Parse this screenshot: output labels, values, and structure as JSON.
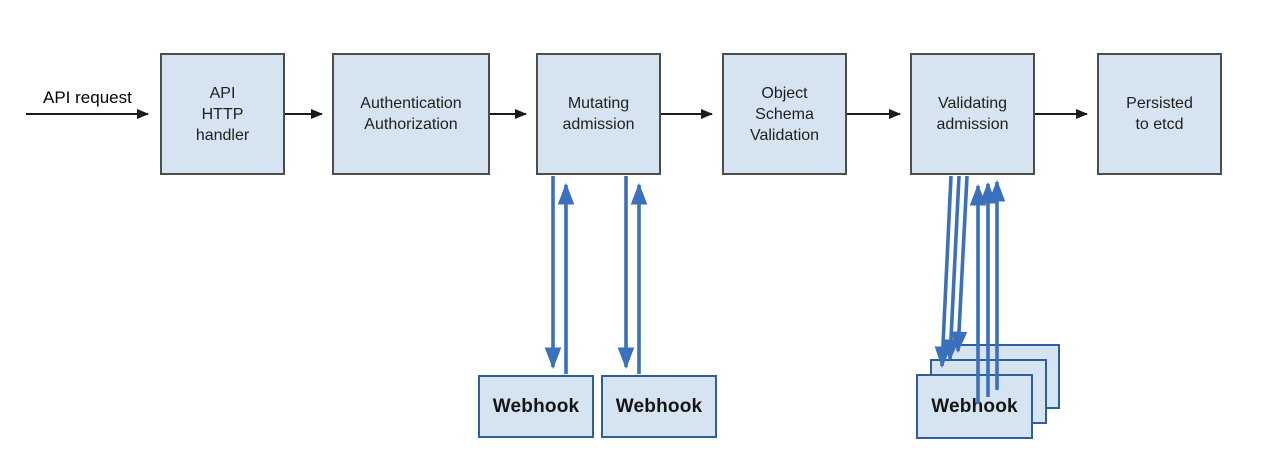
{
  "diagram": {
    "request_label": "API request",
    "nodes": [
      {
        "id": "api-http-handler",
        "label": "API\nHTTP\nhandler"
      },
      {
        "id": "authentication-authorization",
        "label": "Authentication\nAuthorization"
      },
      {
        "id": "mutating-admission",
        "label": "Mutating\nadmission"
      },
      {
        "id": "object-schema-validation",
        "label": "Object\nSchema\nValidation"
      },
      {
        "id": "validating-admission",
        "label": "Validating\nadmission"
      },
      {
        "id": "persisted-to-etcd",
        "label": "Persisted\nto etcd"
      }
    ],
    "mutating_webhooks": [
      {
        "label": "Webhook"
      },
      {
        "label": "Webhook"
      }
    ],
    "validating_webhook_stack": {
      "visible_label": "Webhook",
      "stacked_count": 3
    },
    "colors": {
      "background": "#ffffff",
      "node_fill": "#d6e4f1",
      "node_border": "#4d4d4d",
      "webhook_border": "#2e5f9c",
      "flow_arrow": "#1a1a1a",
      "webhook_arrow": "#3b70bd",
      "text": "#1f1f1f"
    }
  }
}
